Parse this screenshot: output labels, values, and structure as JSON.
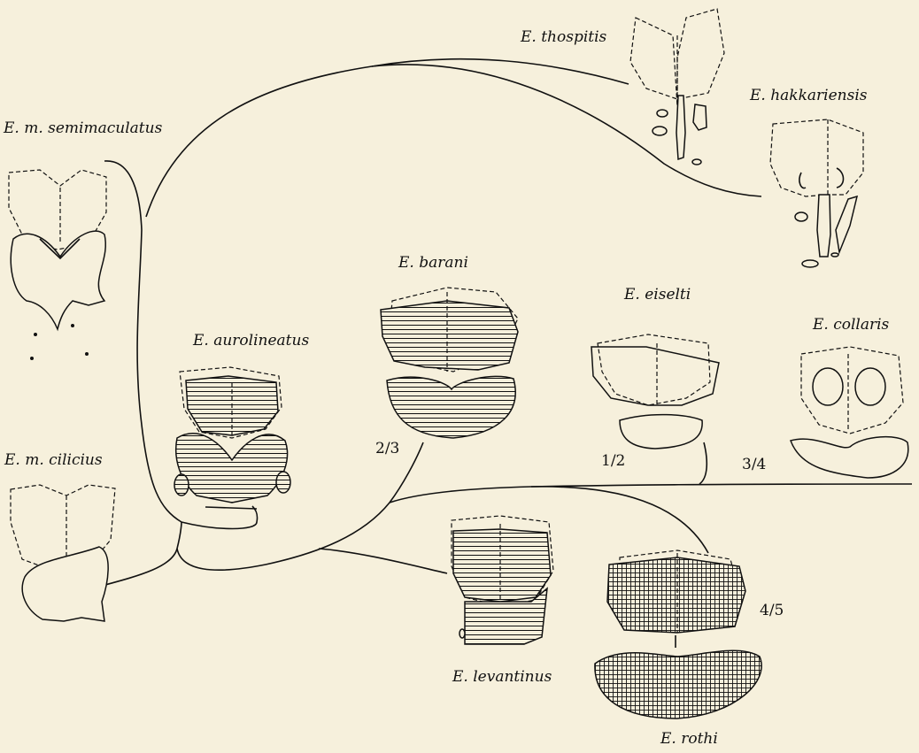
{
  "taxa": {
    "thospitis": "E. thospitis",
    "hakkariensis": "E. hakkariensis",
    "semimaculatus": "E. m. semimaculatus",
    "barani": "E. barani",
    "eiselti": "E. eiselti",
    "collaris": "E. collaris",
    "aurolineatus": "E. aurolineatus",
    "cilicius": "E. m. cilicius",
    "levantinus": "E. levantinus",
    "rothi": "E. rothi"
  },
  "ratios": {
    "barani": "2/3",
    "eiselti": "1/2",
    "collaris": "3/4",
    "rothi": "4/5"
  },
  "style": {
    "background": "#f6f0dc",
    "ink": "#111111"
  }
}
